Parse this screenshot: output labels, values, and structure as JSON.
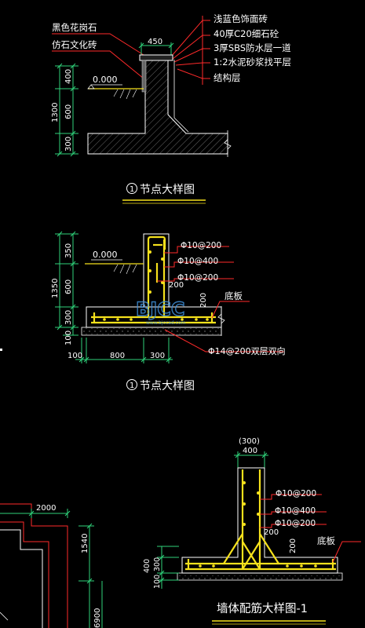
{
  "colors": {
    "background": "#000000",
    "line": "#ffffff",
    "leader": "#ff2a2a",
    "dimension": "#2fd27a",
    "rebar": "#f5e11c",
    "hatch": "#bfbfbf",
    "watermark": "#3f8fd8"
  },
  "detail1": {
    "title_num": "1",
    "title": "节点大样图",
    "labels_left": [
      "黑色花岗石",
      "仿石文化砖"
    ],
    "labels_right": [
      "浅蓝色饰面砖",
      "40厚C20细石砼",
      "3厚SBS防水层一道",
      "1:2水泥砂浆找平层",
      "结构层"
    ],
    "top_dim": "450",
    "ground_level": "0.000",
    "dims_vertical": [
      "400",
      "600",
      "300"
    ],
    "dim_total": "1300"
  },
  "detail2": {
    "title_num": "1",
    "title": "节点大样图",
    "ground_level": "0.000",
    "rebar_labels": [
      "Φ10@200",
      "Φ10@400",
      "Φ10@200"
    ],
    "dim_200a": "200",
    "dim_200b": "200",
    "slab_label": "底板",
    "bottom_rebar": "Φ14@200双层双向",
    "dims_vertical": [
      "350",
      "600",
      "300",
      "100"
    ],
    "dim_total": "1350",
    "dims_horizontal": [
      "100",
      "800",
      "300"
    ],
    "watermark": "BJCC",
    "watermark_sub": "www.bjccad.com"
  },
  "detail3": {
    "title": "墙体配筋大样图-1",
    "top_dim_a": "(300)",
    "top_dim_b": "400",
    "rebar_labels": [
      "Φ10@200",
      "Φ10@400",
      "Φ10@200"
    ],
    "dim_200a": "200",
    "dim_200b": "200",
    "slab_label": "底板",
    "dims_vertical": [
      "400",
      "300",
      "100"
    ]
  },
  "plan_fragment": {
    "dim_top": "2000",
    "dim_side": "1540",
    "dim_bottom": "6900"
  }
}
